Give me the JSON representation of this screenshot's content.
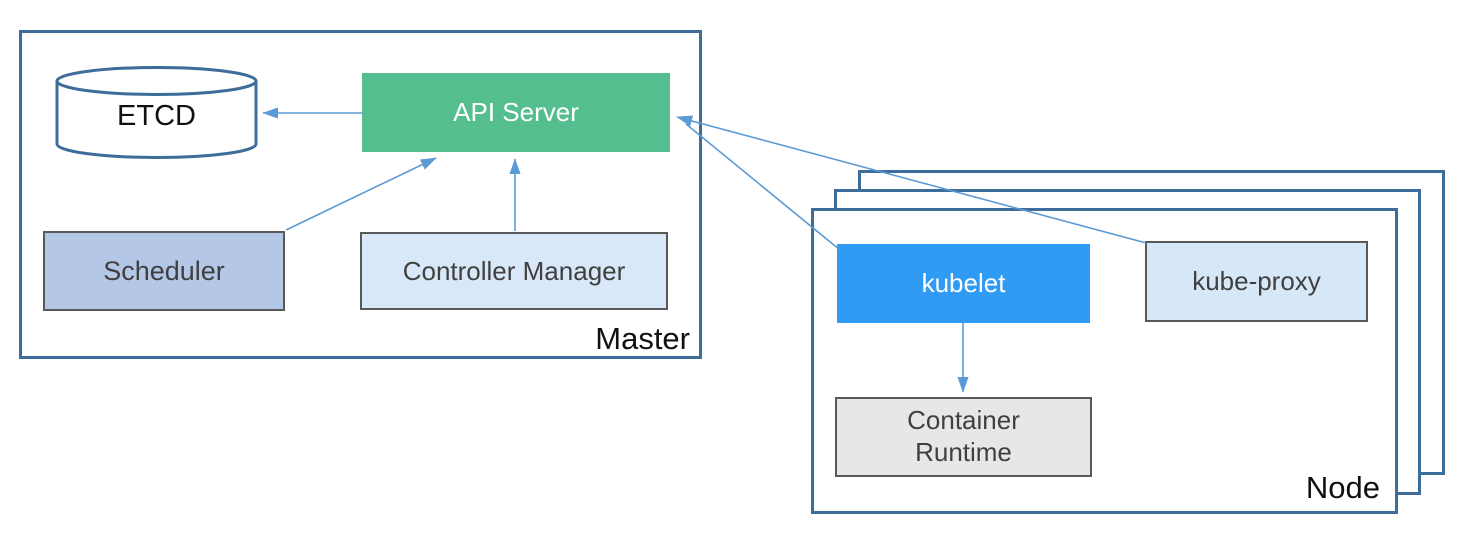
{
  "master": {
    "label": "Master",
    "etcd": {
      "label": "ETCD"
    },
    "api_server": {
      "label": "API Server"
    },
    "scheduler": {
      "label": "Scheduler"
    },
    "controller_manager": {
      "label": "Controller Manager"
    }
  },
  "node": {
    "label": "Node",
    "stack_count": 3,
    "kubelet": {
      "label": "kubelet"
    },
    "kube_proxy": {
      "label": "kube-proxy"
    },
    "container_runtime": {
      "label": "Container Runtime"
    }
  },
  "edges": [
    {
      "from": "api-server",
      "to": "etcd"
    },
    {
      "from": "scheduler",
      "to": "api-server"
    },
    {
      "from": "controller-manager",
      "to": "api-server"
    },
    {
      "from": "kubelet",
      "to": "api-server"
    },
    {
      "from": "kube-proxy",
      "to": "api-server"
    },
    {
      "from": "kubelet",
      "to": "container-runtime"
    }
  ],
  "colors": {
    "frame-border": "#3E6D9C",
    "component-border": "#595959",
    "component-text": "#404040",
    "api-server-fill": "#54BE8E",
    "scheduler-fill": "#B4C7E7",
    "controller-fill": "#D9E8F8",
    "kubelet-fill": "#2F9BF4",
    "kubeproxy-fill": "#D6E8F8",
    "runtime-fill": "#E8E7E7",
    "arrow": "#5B9BD5"
  }
}
